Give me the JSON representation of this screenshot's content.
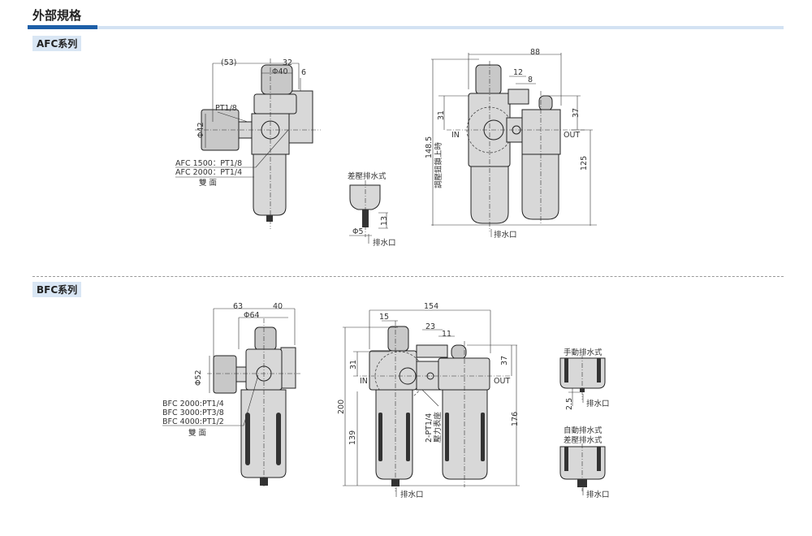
{
  "header": {
    "title": "外部規格"
  },
  "colors": {
    "accent": "#1d5fa8",
    "accent_light": "#d3e2f3"
  },
  "afc": {
    "label": "AFC系列",
    "unit": {
      "dim_53": "(53)",
      "dim_32": "32",
      "dim_phi40": "Φ40",
      "dim_6": "6",
      "port": "PT1/8",
      "dim_phi42": "Φ42",
      "model1": "AFC 1500：PT1/8",
      "model2": "AFC 2000：PT1/4",
      "both_sides": "雙 面"
    },
    "drain": {
      "title": "差壓排水式",
      "dim_phi5": "Φ5",
      "dim_13": "13",
      "outlet": "排水口"
    },
    "combo": {
      "dim_88": "88",
      "dim_12": "12",
      "dim_8": "8",
      "dim_31": "31",
      "dim_37": "37",
      "dim_148_5": "148.5",
      "knob_note": "調壓鈕鎖上時",
      "dim_125": "125",
      "in": "IN",
      "out": "OUT",
      "outlet": "排水口"
    }
  },
  "bfc": {
    "label": "BFC系列",
    "unit": {
      "dim_63": "63",
      "dim_40": "40",
      "dim_phi64": "Φ64",
      "dim_phi52": "Φ52",
      "model1": "BFC 2000:PT1/4",
      "model2": "BFC 3000:PT3/8",
      "model3": "BFC 4000:PT1/2",
      "both_sides": "雙 面"
    },
    "combo": {
      "dim_154": "154",
      "dim_15": "15",
      "dim_23": "23",
      "dim_11": "11",
      "dim_31": "31",
      "dim_37": "37",
      "dim_200": "200",
      "dim_139": "139",
      "dim_176": "176",
      "gauge_port": "2-PT1/4",
      "gauge_seat": "壓力表座",
      "in": "IN",
      "out": "OUT",
      "outlet": "排水口"
    },
    "drains": {
      "manual": "手動排水式",
      "auto": "自動排水式",
      "diff": "差壓排水式",
      "dim_2_5": "2.5",
      "outlet1": "排水口",
      "outlet2": "排水口"
    }
  }
}
